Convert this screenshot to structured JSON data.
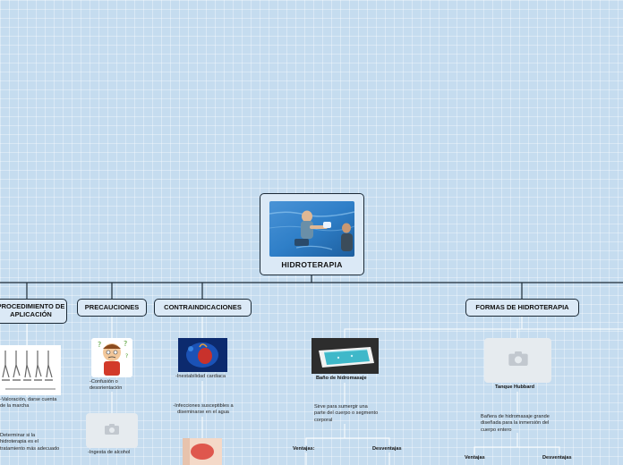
{
  "root": {
    "title": "HIDROTERAPIA",
    "image_alt": "hydrotherapy-pool-photo"
  },
  "categories": {
    "procedimiento": "PROCEDIMIENTO DE APLICACIÓN",
    "precauciones": "PRECAUCIONES",
    "contraindicaciones": "CONTRAINDICACIONES",
    "formas": "FORMAS DE HIDROTERAPIA"
  },
  "procedimiento": {
    "item1": "-Valoración, darse cuenta de la marcha",
    "item2": "Determinar si la hidroterapia es el tratamiento más adecuado"
  },
  "precauciones": {
    "item1": "-Confusión o desorientación",
    "item2": "-Ingesta de alcohol"
  },
  "contraindicaciones": {
    "item1": "-Inestabilidad cardiaca",
    "item2": "-Infecciones susceptibles a diseminarse en el agua"
  },
  "formas": {
    "bano": {
      "title": "Baño de hidromasaje",
      "desc": "Sirve para sumergir una parte del cuerpo o segmento corporal",
      "ventajas": "Ventajas:",
      "desventajas": "Desventajas"
    },
    "tanque": {
      "title": "Tanque Hubbard",
      "desc": "Bañera de hidromasaje grande diseñada para la inmersión del cuerpo entero",
      "ventajas": "Ventajas",
      "desventajas": "Desventajas"
    }
  },
  "colors": {
    "background": "#c5dcef",
    "node_fill": "#dbe9f6",
    "border": "#1c2a36",
    "connector_light": "#ffffff"
  }
}
